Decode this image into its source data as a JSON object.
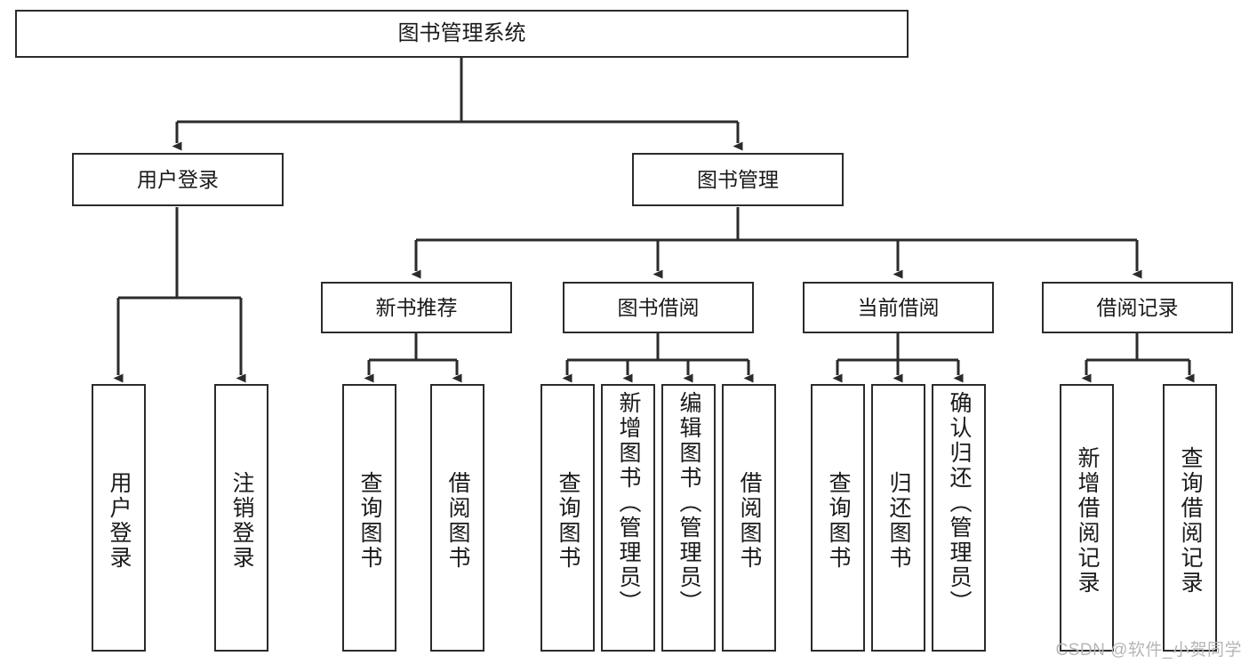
{
  "diagram": {
    "title_text": "图书管理系统",
    "type": "tree-hierarchy-diagram",
    "colors": {
      "box_border": "#2b2b2b",
      "box_fill": "#ffffff",
      "line": "#2b2b2b",
      "text": "#1a1a1a",
      "watermark": "#b6b6b6",
      "background": "#ffffff"
    },
    "root": {
      "id": "root",
      "label": "图书管理系统"
    },
    "level2": [
      {
        "id": "user-login",
        "label": "用户登录"
      },
      {
        "id": "book-management",
        "label": "图书管理"
      }
    ],
    "level3": [
      {
        "id": "new-book-recommend",
        "label": "新书推荐",
        "parent": "book-management"
      },
      {
        "id": "book-borrow",
        "label": "图书借阅",
        "parent": "book-management"
      },
      {
        "id": "current-borrow",
        "label": "当前借阅",
        "parent": "book-management"
      },
      {
        "id": "borrow-record",
        "label": "借阅记录",
        "parent": "book-management"
      }
    ],
    "leaves": [
      {
        "id": "leaf-user-login",
        "label": "用户登录",
        "parent": "user-login"
      },
      {
        "id": "leaf-logout-login",
        "label": "注销登录",
        "parent": "user-login"
      },
      {
        "id": "leaf-query-book-1",
        "label": "查询图书",
        "parent": "new-book-recommend"
      },
      {
        "id": "leaf-borrow-book-1",
        "label": "借阅图书",
        "parent": "new-book-recommend"
      },
      {
        "id": "leaf-query-book-2",
        "label": "查询图书",
        "parent": "book-borrow"
      },
      {
        "id": "leaf-add-book",
        "label": "新增图书（管理员）",
        "parent": "book-borrow"
      },
      {
        "id": "leaf-edit-book",
        "label": "编辑图书（管理员）",
        "parent": "book-borrow"
      },
      {
        "id": "leaf-borrow-book-2",
        "label": "借阅图书",
        "parent": "book-borrow"
      },
      {
        "id": "leaf-query-book-3",
        "label": "查询图书",
        "parent": "current-borrow"
      },
      {
        "id": "leaf-return-book",
        "label": "归还图书",
        "parent": "current-borrow"
      },
      {
        "id": "leaf-confirm-return",
        "label": "确认归还（管理员）",
        "parent": "current-borrow"
      },
      {
        "id": "leaf-add-record",
        "label": "新增借阅记录",
        "parent": "borrow-record"
      },
      {
        "id": "leaf-query-record",
        "label": "查询借阅记录",
        "parent": "borrow-record"
      }
    ],
    "watermark": "CSDN @软件_小贺同学"
  }
}
